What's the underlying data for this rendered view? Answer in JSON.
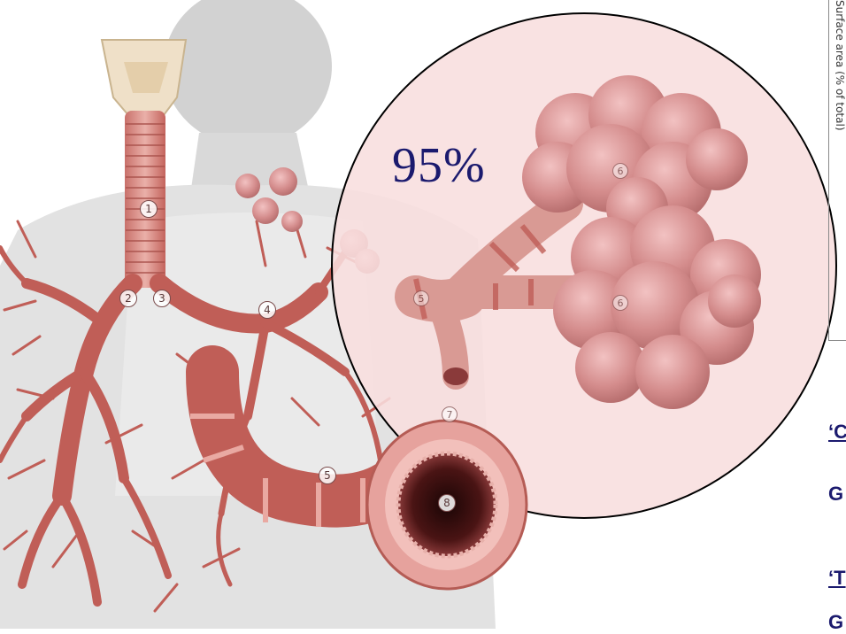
{
  "callout": {
    "percent_text": "95%"
  },
  "markers": [
    "1",
    "2",
    "3",
    "4",
    "5",
    "5",
    "6",
    "6",
    "7",
    "8"
  ],
  "right_panel": {
    "axis_label": "Surface area (% of total)",
    "link_1": "‘C",
    "text_1": "G",
    "link_2": "‘T",
    "text_2": "G"
  },
  "colors": {
    "airway": "#c4645d",
    "airway_light": "#e3a8a3",
    "alveoli": "#d48c8c",
    "callout_fill": "#f8dede",
    "percent_text": "#1b1a6e",
    "outline": "#000000"
  },
  "icons": [
    "trachea-illustration",
    "bronchial-tree-illustration",
    "alveoli-illustration",
    "bronchiole-cross-section",
    "human-torso-silhouette"
  ]
}
